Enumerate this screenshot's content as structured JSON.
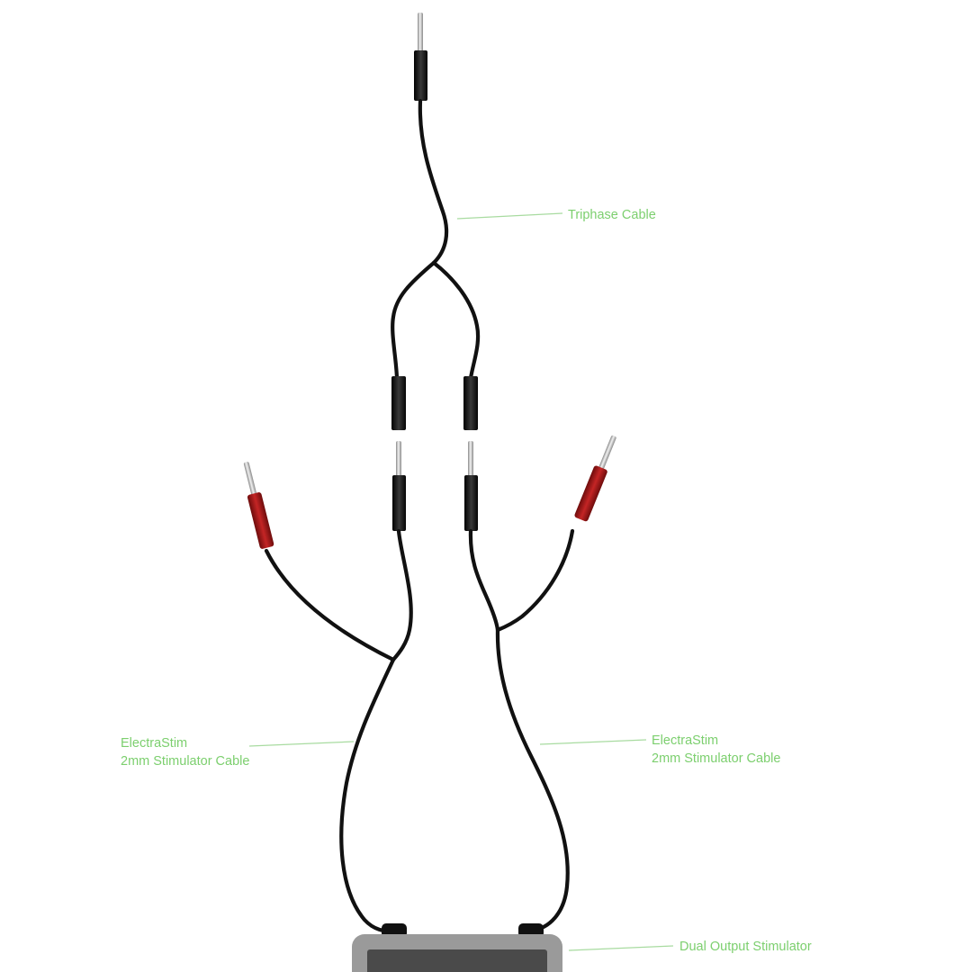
{
  "labels": {
    "triphase_cable": "Triphase Cable",
    "left_cable_line1": "ElectraStim",
    "left_cable_line2": "2mm Stimulator Cable",
    "right_cable_line1": "ElectraStim",
    "right_cable_line2": "2mm Stimulator Cable",
    "stimulator": "Dual Output Stimulator"
  },
  "colors": {
    "cable": "#111111",
    "black_plug": "#161616",
    "red_plug": "#a41a1a",
    "pin": "#c8c8c8",
    "label_text": "#7ccf6e",
    "leader_line": "#a8dba0",
    "stimulator_body": "#9a9a9a",
    "stimulator_screen": "#4a4a4a"
  }
}
